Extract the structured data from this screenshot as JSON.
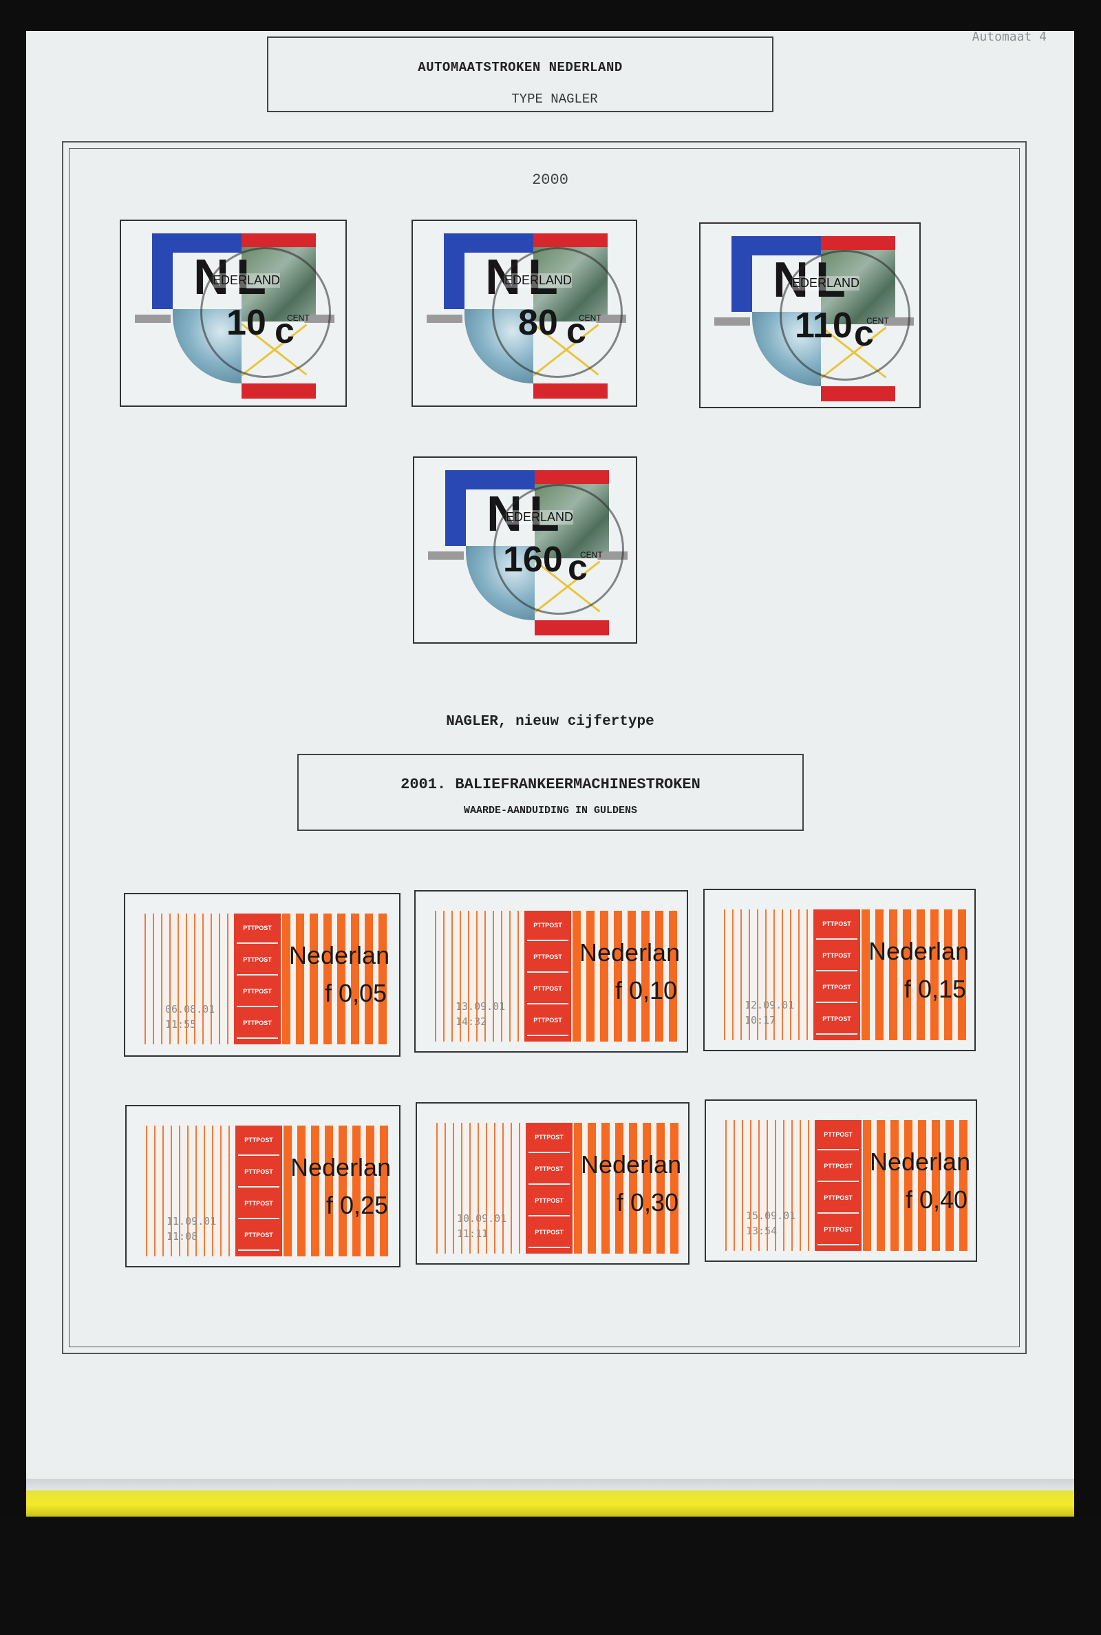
{
  "corner_label": "Automaat 4",
  "header": {
    "title": "AUTOMAATSTROKEN NEDERLAND",
    "subtitle": "TYPE NAGLER"
  },
  "year": "2000",
  "nagler_stamps": [
    {
      "letters": "NL",
      "country": "EDERLAND",
      "value": "10",
      "cent": "CENT"
    },
    {
      "letters": "NL",
      "country": "EDERLAND",
      "value": "80",
      "cent": "CENT"
    },
    {
      "letters": "NL",
      "country": "EDERLAND",
      "value": "110",
      "cent": "CENT"
    },
    {
      "letters": "NL",
      "country": "EDERLAND",
      "value": "160",
      "cent": "CENT"
    }
  ],
  "caption": "NAGLER, nieuw cijfertype",
  "section": {
    "title": "2001. BALIEFRANKEERMACHINESTROKEN",
    "subtitle": "WAARDE-AANDUIDING IN GULDENS"
  },
  "counter_stamps": [
    {
      "country": "Nederland",
      "value": "f 0,05",
      "date": "06.08.01",
      "time": "11:55",
      "ptt": "PTTPOST"
    },
    {
      "country": "Nederland",
      "value": "f 0,10",
      "date": "13.09.01",
      "time": "14:32",
      "ptt": "PTTPOST"
    },
    {
      "country": "Nederland",
      "value": "f 0,15",
      "date": "12.09.01",
      "time": "10:17",
      "ptt": "PTTPOST"
    },
    {
      "country": "Nederland",
      "value": "f 0,25",
      "date": "11.09.01",
      "time": "11:08",
      "ptt": "PTTPOST"
    },
    {
      "country": "Nederland",
      "value": "f 0,30",
      "date": "10.09.01",
      "time": "11:11",
      "ptt": "PTTPOST"
    },
    {
      "country": "Nederland",
      "value": "f 0,40",
      "date": "15.09.01",
      "time": "13:54",
      "ptt": "PTTPOST"
    }
  ]
}
